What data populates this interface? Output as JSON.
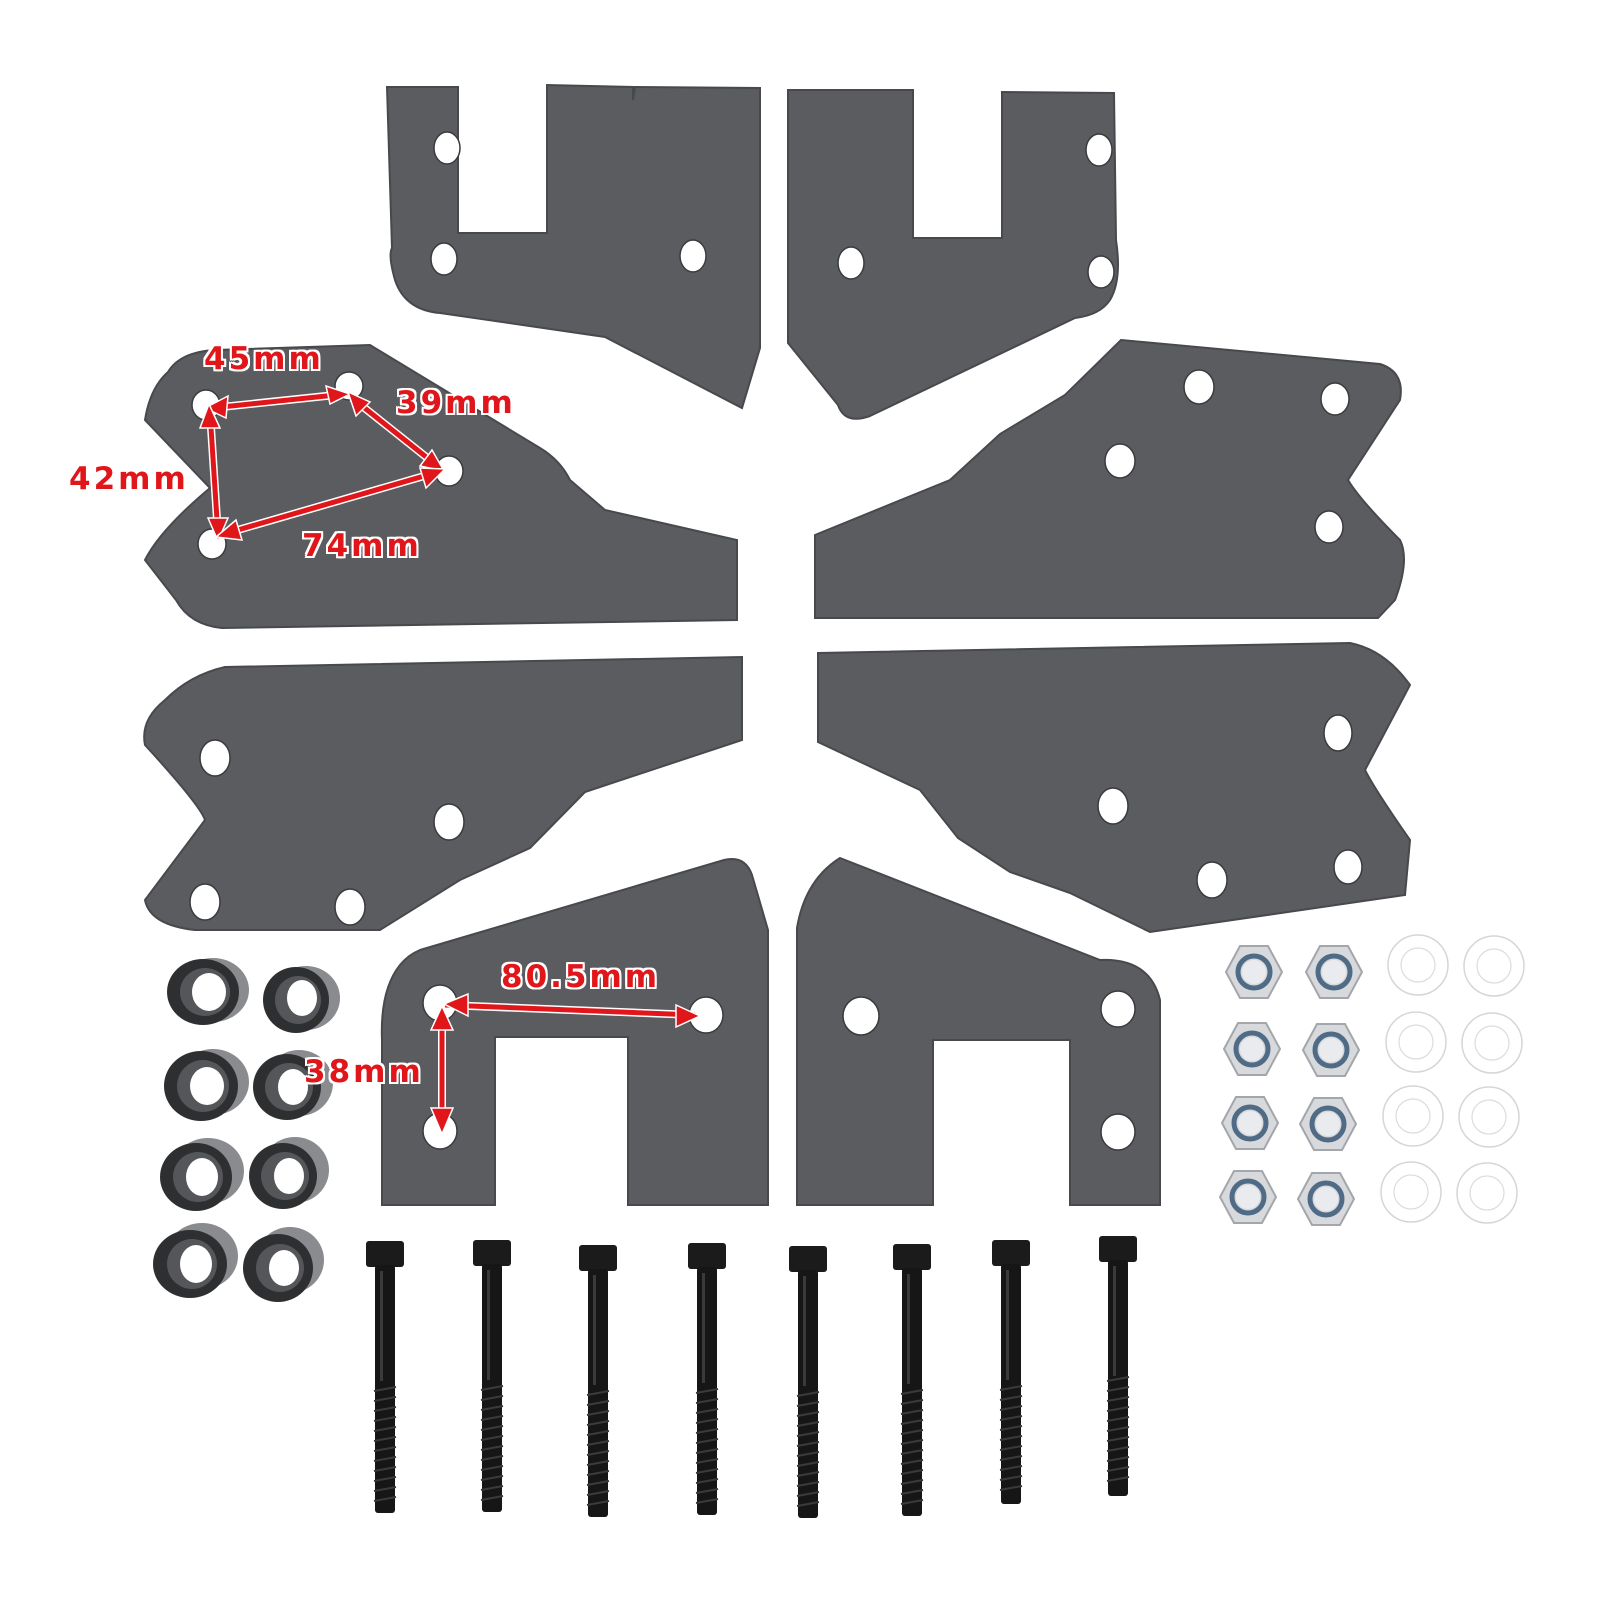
{
  "product": {
    "description": "Lift kit bracket set with hardware",
    "plate_color": "#5a5c60",
    "annotation_color": "#e0161b"
  },
  "dimensions": {
    "upper_left_bracket": {
      "top_span": "45mm",
      "diagonal_span": "39mm",
      "vertical_span": "42mm",
      "bottom_span": "74mm"
    },
    "lower_left_bracket": {
      "horizontal_span": "80.5mm",
      "vertical_span": "38mm"
    }
  },
  "components": {
    "brackets": [
      {
        "id": "top-left-u-bracket",
        "holes": 3
      },
      {
        "id": "top-right-u-bracket",
        "holes": 3
      },
      {
        "id": "mid-left-upper-plate",
        "holes": 4
      },
      {
        "id": "mid-right-upper-plate",
        "holes": 4
      },
      {
        "id": "mid-left-lower-plate",
        "holes": 4
      },
      {
        "id": "mid-right-lower-plate",
        "holes": 4
      },
      {
        "id": "bottom-left-u-bracket",
        "holes": 3
      },
      {
        "id": "bottom-right-u-bracket",
        "holes": 3
      }
    ],
    "spacer_count": 8,
    "lock_nut_count": 8,
    "flat_washer_count": 8,
    "hex_bolt_count": 8
  }
}
